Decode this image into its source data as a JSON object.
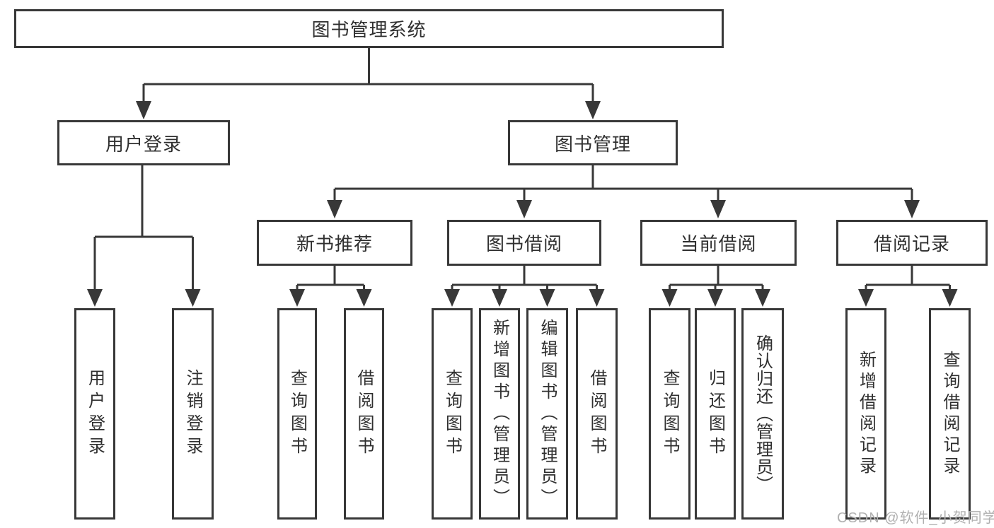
{
  "colors": {
    "line": "#383838",
    "box_border": "#383838",
    "text": "#2f2f2f",
    "watermark": "#b0b0b0",
    "background": "#ffffff"
  },
  "tree": {
    "root": {
      "label": "图书管理系统",
      "children": [
        {
          "label": "用户登录",
          "children": [
            {
              "label": "用户登录"
            },
            {
              "label": "注销登录"
            }
          ]
        },
        {
          "label": "图书管理",
          "children": [
            {
              "label": "新书推荐",
              "children": [
                {
                  "label": "查询图书"
                },
                {
                  "label": "借阅图书"
                }
              ]
            },
            {
              "label": "图书借阅",
              "children": [
                {
                  "label": "查询图书"
                },
                {
                  "label": "新增图书（管理员）"
                },
                {
                  "label": "编辑图书（管理员）"
                },
                {
                  "label": "借阅图书"
                }
              ]
            },
            {
              "label": "当前借阅",
              "children": [
                {
                  "label": "查询图书"
                },
                {
                  "label": "归还图书"
                },
                {
                  "label": "确认归还（管理员）"
                }
              ]
            },
            {
              "label": "借阅记录",
              "children": [
                {
                  "label": "新增借阅记录"
                },
                {
                  "label": "查询借阅记录"
                }
              ]
            }
          ]
        }
      ]
    }
  },
  "watermark": {
    "text": "CSDN @软件_小贺同学"
  }
}
